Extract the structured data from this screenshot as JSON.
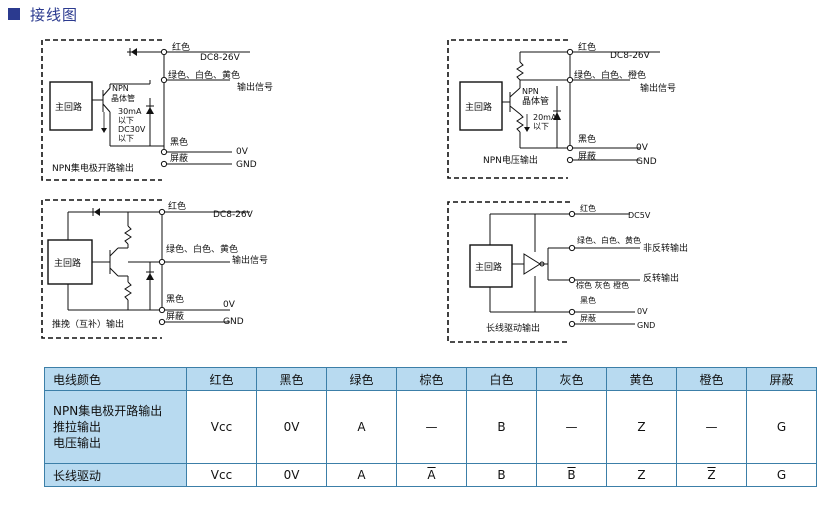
{
  "header": {
    "title": "接线图"
  },
  "d1": {
    "title": "NPN集电极开路输出",
    "block": "主回路",
    "transistor": "NPN",
    "transistor2": "晶体管",
    "current": "30mA",
    "current_le": "以下",
    "voltage": "DC30V",
    "voltage_le": "以下",
    "red": "红色",
    "supply": "DC8-26V",
    "sig_colors": "绿色、白色、黄色",
    "signal": "输出信号",
    "black": "黑色",
    "zero": "0V",
    "shield": "屏蔽",
    "gnd": "GND"
  },
  "d2": {
    "title": "NPN电压输出",
    "block": "主回路",
    "transistor": "NPN",
    "transistor2": "晶体管",
    "current": "20mA",
    "current_le": "以下",
    "red": "红色",
    "supply": "DC8-26V",
    "sig_colors": "绿色、白色、橙色",
    "signal": "输出信号",
    "black": "黑色",
    "zero": "0V",
    "shield": "屏蔽",
    "gnd": "GND"
  },
  "d3": {
    "title": "推挽（互补）输出",
    "block": "主回路",
    "red": "红色",
    "supply": "DC8-26V",
    "sig_colors": "绿色、白色、黄色",
    "signal": "输出信号",
    "black": "黑色",
    "zero": "0V",
    "shield": "屏蔽",
    "gnd": "GND"
  },
  "d4": {
    "title": "长线驱动输出",
    "block": "主回路",
    "red": "红色",
    "supply": "DC5V",
    "sig_colors": "绿色、白色、黄色",
    "noninv": "非反转输出",
    "inv_colors": "棕色 灰色 橙色",
    "inv": "反转输出",
    "black": "黑色",
    "zero": "0V",
    "shield": "屏蔽",
    "gnd": "GND"
  },
  "table": {
    "headers": [
      "电线颜色",
      "红色",
      "黑色",
      "绿色",
      "棕色",
      "白色",
      "灰色",
      "黄色",
      "橙色",
      "屏蔽"
    ],
    "row1_label_lines": [
      "NPN集电极开路输出",
      "推拉输出",
      "电压输出"
    ],
    "row1": [
      "Vcc",
      "0V",
      "A",
      "—",
      "B",
      "—",
      "Z",
      "—",
      "G"
    ],
    "row2_label": "长线驱动",
    "row2": [
      "Vcc",
      "0V",
      "A",
      "A",
      "B",
      "B",
      "Z",
      "Z",
      "G"
    ]
  }
}
